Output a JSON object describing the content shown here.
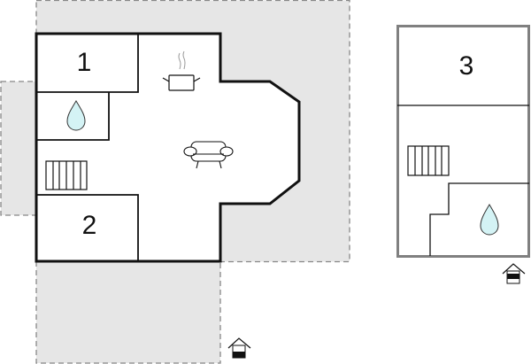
{
  "floor_plans": [
    {
      "rooms": [
        {
          "label": "1",
          "type": "bedroom"
        },
        {
          "label": "2",
          "type": "bedroom"
        }
      ],
      "icons": [
        "water-drop-icon",
        "cooking-pot-icon",
        "armchair-icon",
        "stairs-icon",
        "entrance-icon"
      ]
    },
    {
      "rooms": [
        {
          "label": "3",
          "type": "bedroom"
        }
      ],
      "icons": [
        "stairs-icon",
        "water-drop-icon",
        "entrance-icon"
      ]
    }
  ],
  "colors": {
    "outdoor_area": "#e6e6e6",
    "wall": "#111111",
    "upper_wall": "#808080",
    "water": "#d4f3f5"
  }
}
